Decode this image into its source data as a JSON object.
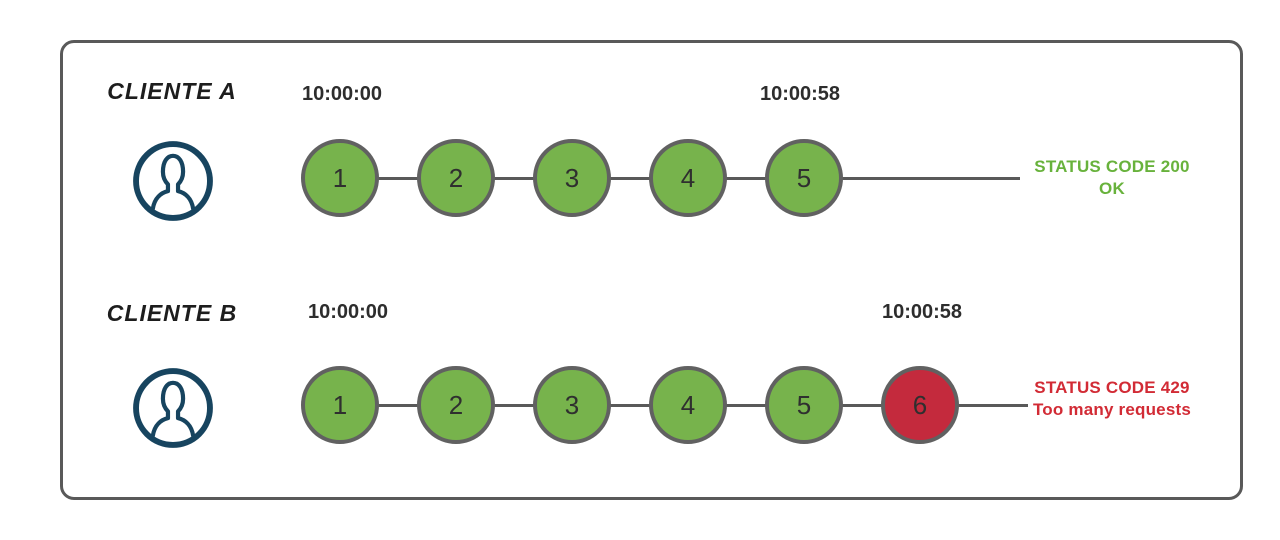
{
  "rows": [
    {
      "client_label": "CLIENTE A",
      "avatar_icon": "user-avatar-icon",
      "start_time": "10:00:00",
      "end_time": "10:00:58",
      "requests": [
        {
          "label": "1",
          "status": "ok"
        },
        {
          "label": "2",
          "status": "ok"
        },
        {
          "label": "3",
          "status": "ok"
        },
        {
          "label": "4",
          "status": "ok"
        },
        {
          "label": "5",
          "status": "ok"
        }
      ],
      "status": {
        "line1": "STATUS CODE 200",
        "line2": "OK"
      }
    },
    {
      "client_label": "CLIENTE B",
      "avatar_icon": "user-avatar-icon",
      "start_time": "10:00:00",
      "end_time": "10:00:58",
      "requests": [
        {
          "label": "1",
          "status": "ok"
        },
        {
          "label": "2",
          "status": "ok"
        },
        {
          "label": "3",
          "status": "ok"
        },
        {
          "label": "4",
          "status": "ok"
        },
        {
          "label": "5",
          "status": "ok"
        },
        {
          "label": "6",
          "status": "blocked"
        }
      ],
      "status": {
        "line1": "STATUS CODE 429",
        "line2": "Too many requests"
      }
    }
  ],
  "colors": {
    "request_ok": "#77b34c",
    "request_blocked": "#c42a3d",
    "status_ok_text": "#68b23c",
    "status_error_text": "#d22b35",
    "avatar": "#17445f",
    "line": "#595959",
    "frame_border": "#595959"
  }
}
